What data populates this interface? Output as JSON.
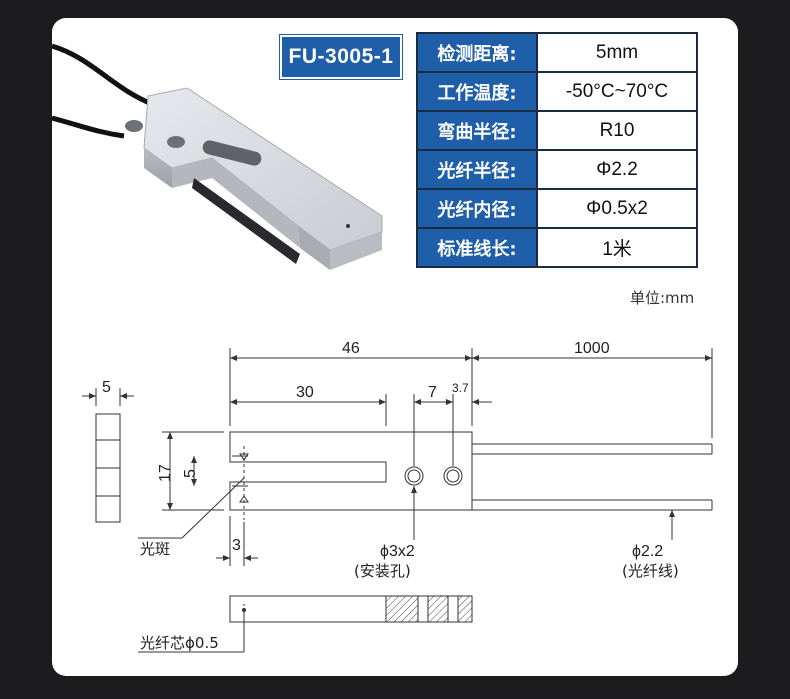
{
  "model": "FU-3005-1",
  "specs": [
    {
      "label": "检测距离:",
      "value": "5mm"
    },
    {
      "label": "工作温度:",
      "value": "-50°C~70°C"
    },
    {
      "label": "弯曲半径:",
      "value": "R10"
    },
    {
      "label": "光纤半径:",
      "value": "Φ2.2"
    },
    {
      "label": "光纤内径:",
      "value": "Φ0.5x2"
    },
    {
      "label": "标准线长:",
      "value": "1米"
    }
  ],
  "unit_note": "单位:mm",
  "drawing": {
    "dim_46": "46",
    "dim_1000": "1000",
    "dim_30": "30",
    "dim_7": "7",
    "dim_3_7": "3.7",
    "dim_5_top": "5",
    "dim_17": "17",
    "dim_5_slot": "5",
    "dim_3": "3",
    "label_spot": "光斑",
    "label_mount_hole_dim": "ϕ3x2",
    "label_mount_hole": "(安装孔)",
    "label_fiber_dim": "ϕ2.2",
    "label_fiber": "(光纤线)",
    "label_core": "光纤芯ϕ0.5"
  }
}
